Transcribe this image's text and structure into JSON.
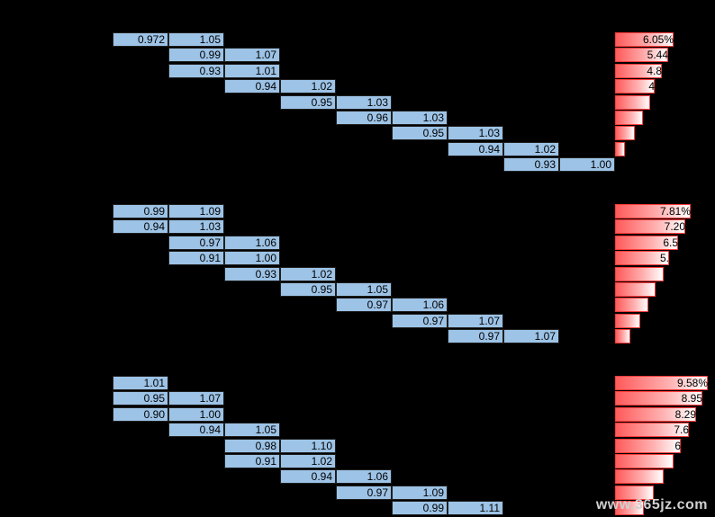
{
  "blocks": [
    {
      "rows": [
        {
          "start": 0,
          "values": [
            "0.972",
            "1.05"
          ],
          "pct": 6.05,
          "label": "6.05%"
        },
        {
          "start": 1,
          "values": [
            "0.99",
            "1.07"
          ],
          "pct": 5.44,
          "label": "5.44"
        },
        {
          "start": 1,
          "values": [
            "0.93",
            "1.01"
          ],
          "pct": 4.8,
          "label": "4.8"
        },
        {
          "start": 2,
          "values": [
            "0.94",
            "1.02"
          ],
          "pct": 4.1,
          "label": "4"
        },
        {
          "start": 3,
          "values": [
            "0.95",
            "1.03"
          ],
          "pct": 3.6,
          "label": ""
        },
        {
          "start": 4,
          "values": [
            "0.96",
            "1.03"
          ],
          "pct": 2.9,
          "label": ""
        },
        {
          "start": 5,
          "values": [
            "0.95",
            "1.03"
          ],
          "pct": 2.0,
          "label": ""
        },
        {
          "start": 6,
          "values": [
            "0.94",
            "1.02"
          ],
          "pct": 1.0,
          "label": ""
        },
        {
          "start": 7,
          "values": [
            "0.93",
            "1.00"
          ],
          "pct": null,
          "label": ""
        }
      ]
    },
    {
      "rows": [
        {
          "start": 0,
          "values": [
            "0.99",
            "1.09"
          ],
          "pct": 7.81,
          "label": "7.81%"
        },
        {
          "start": 0,
          "values": [
            "0.94",
            "1.03"
          ],
          "pct": 7.2,
          "label": "7.20"
        },
        {
          "start": 1,
          "values": [
            "0.97",
            "1.06"
          ],
          "pct": 6.5,
          "label": "6.5"
        },
        {
          "start": 1,
          "values": [
            "0.91",
            "1.00"
          ],
          "pct": 5.6,
          "label": "5."
        },
        {
          "start": 2,
          "values": [
            "0.93",
            "1.02"
          ],
          "pct": 5.0,
          "label": ""
        },
        {
          "start": 3,
          "values": [
            "0.95",
            "1.05"
          ],
          "pct": 4.2,
          "label": ""
        },
        {
          "start": 4,
          "values": [
            "0.97",
            "1.06"
          ],
          "pct": 3.4,
          "label": ""
        },
        {
          "start": 5,
          "values": [
            "0.97",
            "1.07"
          ],
          "pct": 2.6,
          "label": ""
        },
        {
          "start": 6,
          "values": [
            "0.97",
            "1.07"
          ],
          "pct": 1.6,
          "label": ""
        }
      ]
    },
    {
      "rows": [
        {
          "start": 0,
          "values": [
            "1.01"
          ],
          "pct": 9.58,
          "label": "9.58%"
        },
        {
          "start": 0,
          "values": [
            "0.95",
            "1.07"
          ],
          "pct": 8.95,
          "label": "8.95"
        },
        {
          "start": 0,
          "values": [
            "0.90",
            "1.00"
          ],
          "pct": 8.29,
          "label": "8.29"
        },
        {
          "start": 1,
          "values": [
            "0.94",
            "1.05"
          ],
          "pct": 7.6,
          "label": "7.6"
        },
        {
          "start": 2,
          "values": [
            "0.98",
            "1.10"
          ],
          "pct": 6.8,
          "label": "6"
        },
        {
          "start": 2,
          "values": [
            "0.91",
            "1.02"
          ],
          "pct": 6.0,
          "label": ""
        },
        {
          "start": 3,
          "values": [
            "0.94",
            "1.06"
          ],
          "pct": 5.0,
          "label": ""
        },
        {
          "start": 4,
          "values": [
            "0.97",
            "1.09"
          ],
          "pct": 4.0,
          "label": ""
        },
        {
          "start": 5,
          "values": [
            "0.99",
            "1.11"
          ],
          "pct": 3.0,
          "label": ""
        }
      ]
    }
  ],
  "bar_scale_max_pct": 10.0,
  "watermark": "www.365jz.com"
}
